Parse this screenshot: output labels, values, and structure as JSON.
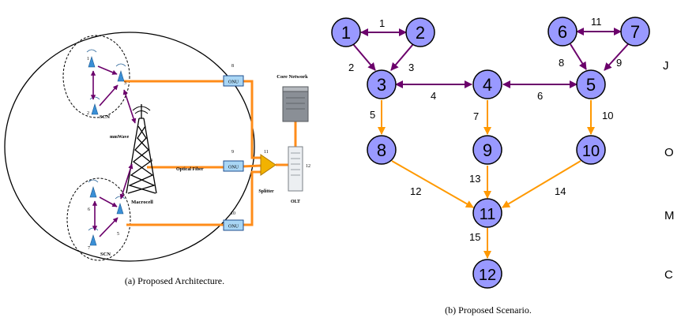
{
  "architecture": {
    "caption": "(a) Proposed Architecture.",
    "labels": {
      "core_network": "Core Network",
      "olt": "OLT",
      "splitter": "Splitter",
      "optical_fiber": "Optical Fiber",
      "mmwave": "mmWave",
      "macrocell": "Macrocell",
      "scn_top": "SCN",
      "scn_bottom": "SCN",
      "onu_1": "ONU",
      "onu_2": "ONU",
      "onu_3": "ONU"
    },
    "numbers": {
      "n1": "1",
      "n2": "2",
      "n3": "3",
      "n4": "4",
      "n5": "5",
      "n6": "6",
      "n7": "7",
      "n8": "8",
      "n9": "9",
      "n10": "10",
      "n11": "11",
      "n12": "12"
    }
  },
  "scenario": {
    "caption": "(b) Proposed Scenario.",
    "nodes": [
      "1",
      "2",
      "3",
      "4",
      "5",
      "6",
      "7",
      "8",
      "9",
      "10",
      "11",
      "12"
    ],
    "edge_labels": [
      "1",
      "2",
      "3",
      "4",
      "6",
      "11",
      "8",
      "9",
      "5",
      "7",
      "10",
      "12",
      "13",
      "14",
      "15"
    ],
    "row_labels": [
      "J",
      "O",
      "M",
      "C"
    ],
    "colors": {
      "node_fill": "#9999ff",
      "purple_edge": "#6b006b",
      "orange_edge": "#ff9900"
    }
  }
}
